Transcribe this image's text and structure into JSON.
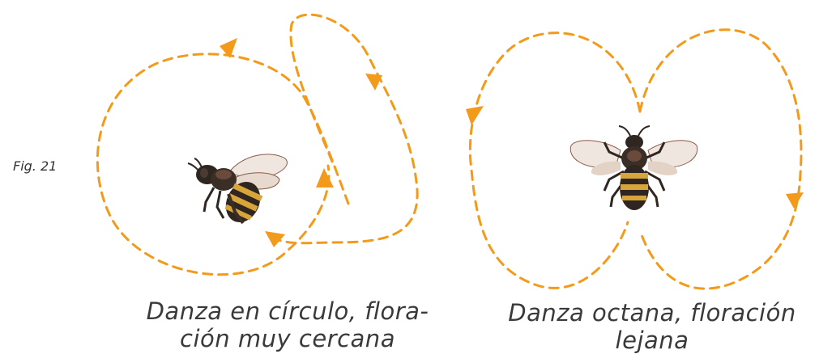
{
  "figure": {
    "label": "Fig. 21"
  },
  "dances": [
    {
      "name": "circle-dance",
      "caption_lines": [
        "Danza en círculo, flora-",
        "ción muy cercana"
      ]
    },
    {
      "name": "octane-dance",
      "caption_lines": [
        "Danza octana, floración",
        "lejana"
      ]
    }
  ],
  "colors": {
    "path": "#F39A1A",
    "text": "#3a3a3a",
    "bee_dark": "#2f2621",
    "bee_yellow": "#d7a53a",
    "wing": "#efe6df"
  }
}
